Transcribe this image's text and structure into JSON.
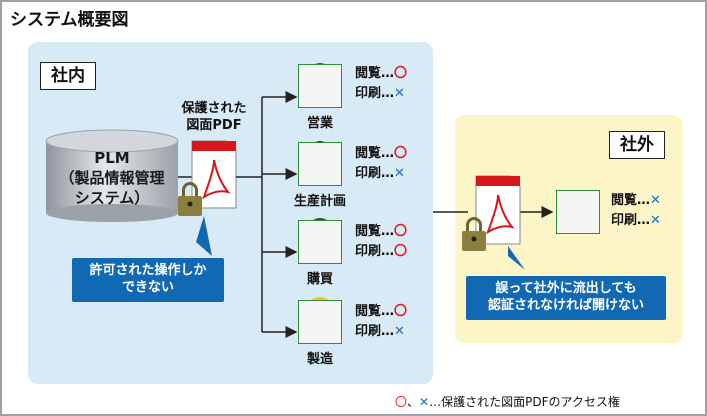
{
  "title": "システム概要図",
  "internal_label": "社内",
  "external_label": "社外",
  "plm_lines": [
    "PLM",
    "（製品情報管理",
    "システム）"
  ],
  "protected_pdf_lines": [
    "保護された",
    "図面PDF"
  ],
  "internal_callout_lines": [
    "許可された操作しか",
    "できない"
  ],
  "external_callout_lines": [
    "誤って社外に流出しても",
    "認証されなければ開けない"
  ],
  "roles": [
    {
      "name": "営業",
      "view_label": "閲覧…",
      "view_mark": "〇",
      "print_label": "印刷…",
      "print_mark": "✕"
    },
    {
      "name": "生産計画",
      "view_label": "閲覧…",
      "view_mark": "〇",
      "print_label": "印刷…",
      "print_mark": "✕"
    },
    {
      "name": "購買",
      "view_label": "閲覧…",
      "view_mark": "〇",
      "print_label": "印刷…",
      "print_mark": "〇"
    },
    {
      "name": "製造",
      "view_label": "閲覧…",
      "view_mark": "〇",
      "print_label": "印刷…",
      "print_mark": "✕"
    }
  ],
  "external_user": {
    "view_label": "閲覧…",
    "view_mark": "✕",
    "print_label": "印刷…",
    "print_mark": "✕"
  },
  "footer": {
    "ok_mark": "〇",
    "sep": "、",
    "ng_mark": "✕",
    "text": "…保護された図面PDFのアクセス権"
  },
  "colors": {
    "ok": "#e8171b",
    "ng": "#1a6fc4",
    "callout": "#1269b3",
    "inner_bg": "#d8eaf5",
    "outer_bg": "#fbf5c7"
  }
}
